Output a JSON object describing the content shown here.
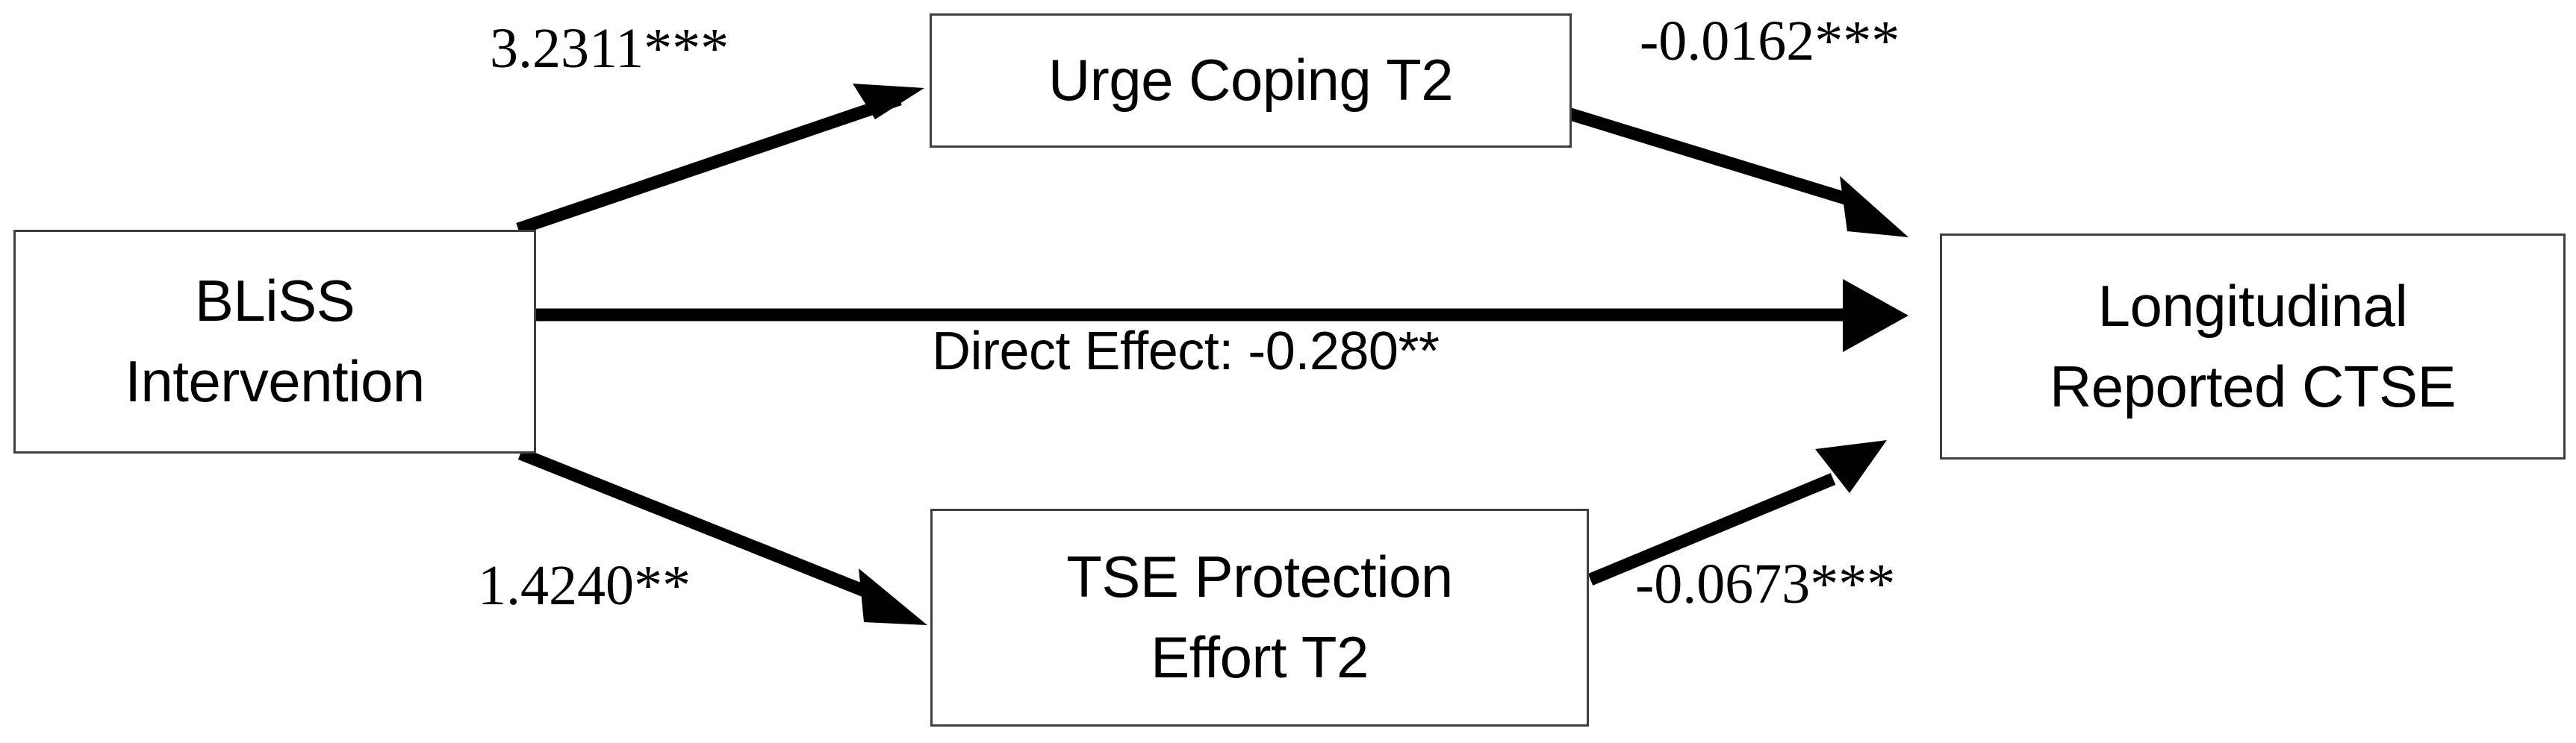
{
  "diagram": {
    "type": "mediation-path-diagram",
    "background_color": "#ffffff",
    "line_color": "#000000",
    "box_border_color": "#3f3f3f",
    "nodes": [
      {
        "id": "bliss",
        "role": "predictor",
        "line1": "BLiSS",
        "line2": "Intervention"
      },
      {
        "id": "urge_coping",
        "role": "mediator-upper",
        "line1": "Urge Coping T2",
        "line2": ""
      },
      {
        "id": "tse_protection",
        "role": "mediator-lower",
        "line1": "TSE Protection",
        "line2": "Effort T2"
      },
      {
        "id": "ctse_outcome",
        "role": "outcome",
        "line1": "Longitudinal",
        "line2": "Reported CTSE"
      }
    ],
    "edges": [
      {
        "id": "a1",
        "from": "bliss",
        "to": "urge_coping",
        "label": "3.2311***",
        "coefficient": 3.2311,
        "significance": "***"
      },
      {
        "id": "b1",
        "from": "urge_coping",
        "to": "ctse_outcome",
        "label": "-0.0162***",
        "coefficient": -0.0162,
        "significance": "***"
      },
      {
        "id": "direct",
        "from": "bliss",
        "to": "ctse_outcome",
        "label": "Direct Effect: -0.280**",
        "coefficient": -0.28,
        "significance": "**"
      },
      {
        "id": "a2",
        "from": "bliss",
        "to": "tse_protection",
        "label": "1.4240**",
        "coefficient": 1.424,
        "significance": "**"
      },
      {
        "id": "b2",
        "from": "tse_protection",
        "to": "ctse_outcome",
        "label": "-0.0673***",
        "coefficient": -0.0673,
        "significance": "***"
      }
    ]
  }
}
